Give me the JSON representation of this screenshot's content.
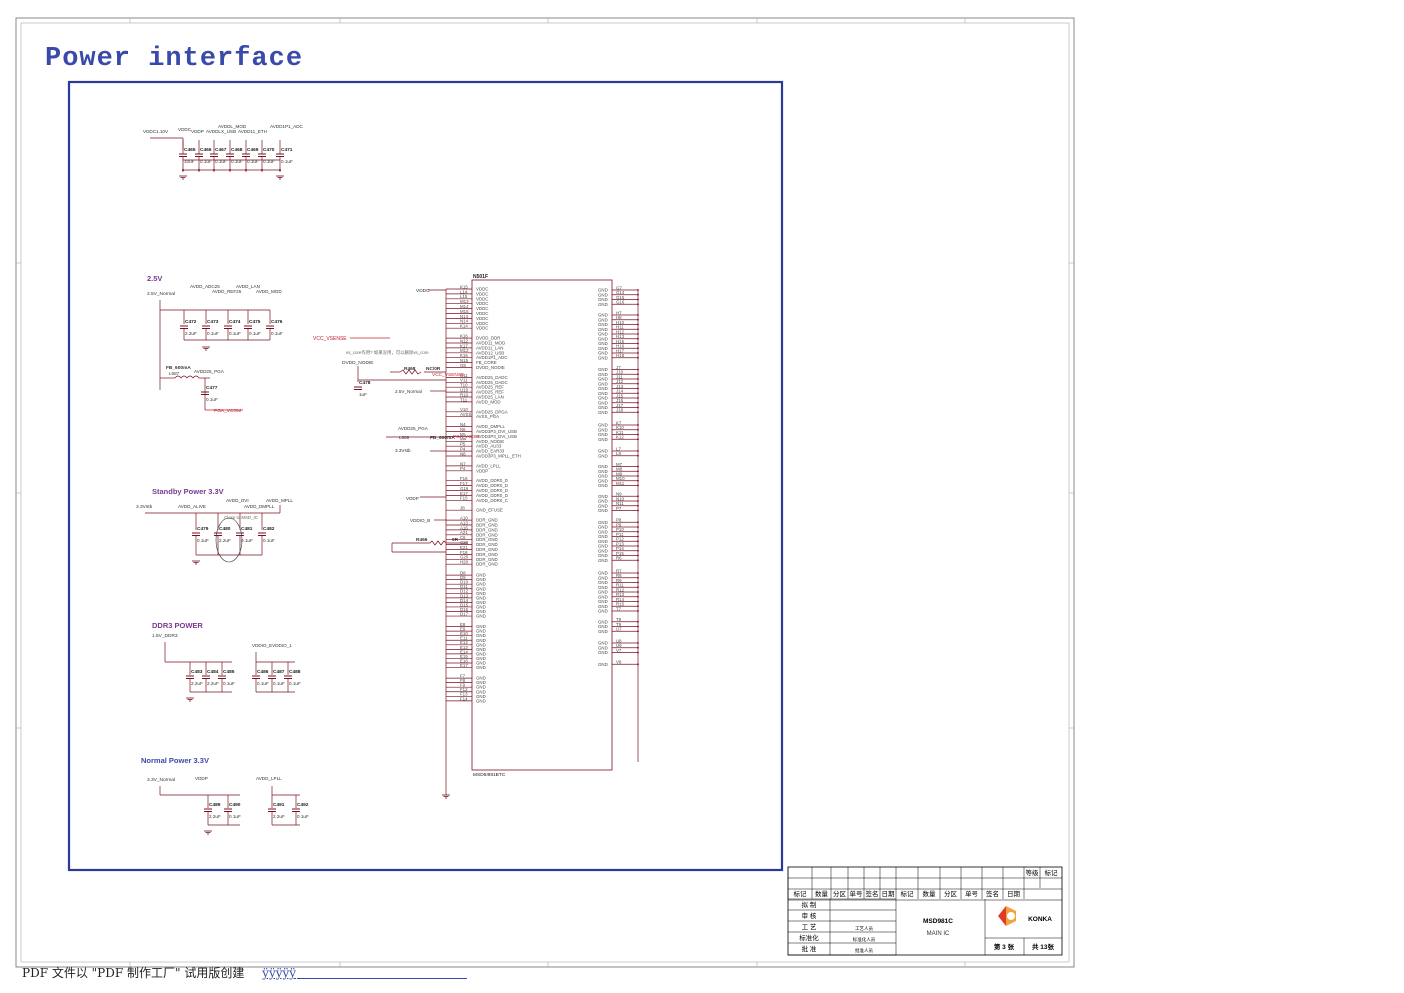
{
  "title": "Power interface",
  "footer": {
    "text": "PDF 文件以 \"PDF 制作工厂\" 试用版创建",
    "link": "ÿÿÿÿÿ"
  },
  "colors": {
    "frame": "#2b3a9a",
    "section": "#7a3b8f",
    "wire": "#7a1020",
    "net": "#c02030",
    "pin": "#4a4a4a"
  },
  "sections": {
    "s25": "2.5V",
    "standby": "Standby Power 3.3V",
    "ddr3": "DDR3 POWER",
    "normal": "Normal Power 3.3V"
  },
  "top_caps": {
    "nets": [
      "VDDC1.10V",
      "VDDC",
      "VDDP",
      "AVDDL_MOD",
      "AVDDLX_USB",
      "AVDD11_ETH",
      "AVDD1P1_ADC"
    ],
    "refs": [
      "C465",
      "C466",
      "C467",
      "C468",
      "C469",
      "C470",
      "C471"
    ],
    "values": [
      "10uF",
      "0.1uF",
      "0.1uF",
      "0.1uF",
      "0.1uF",
      "0.1uF",
      "0.1uF"
    ]
  },
  "s25_block": {
    "supply": "2.5V_Normal",
    "nets": [
      "AVDD_ADC25",
      "AVDD_REF25",
      "AVDD_LAN",
      "AVDD_MOD"
    ],
    "refs": [
      "C472",
      "C473",
      "C474",
      "C475",
      "C476"
    ],
    "values": [
      "2.2uF",
      "0.1uF",
      "0.1uF",
      "0.1uF",
      "0.1uF"
    ],
    "bead": "FB_600mA",
    "bead_ref": "L587",
    "pga_net": "AVDD25_PGA",
    "pga_cap": "C477",
    "pga_val": "0.1uF",
    "pga_out": "PGA_VCOM"
  },
  "standby_block": {
    "supply": "3.3Vstb",
    "nets": [
      "AVDD_ALIVE",
      "AVDD_DVI",
      "AVDD_MPLL",
      "AVDD_DMPLL"
    ],
    "note": "Close to MSD_IC",
    "refs": [
      "C479",
      "C480",
      "C481",
      "C482"
    ],
    "values": [
      "0.1uF",
      "2.2uF",
      "0.1uF",
      "0.1uF"
    ]
  },
  "ddr3_block": {
    "supply": "1.5V_DDR3",
    "net2": "VDDIO_EVDDIO_1",
    "refs": [
      "C483",
      "C484",
      "C485",
      "C486",
      "C487",
      "C488"
    ],
    "values": [
      "2.2uF",
      "2.2uF",
      "0.1uF",
      "0.1uF",
      "0.1uF",
      "0.1uF"
    ]
  },
  "normal_block": {
    "supply": "3.3V_Normal",
    "nets": [
      "VDDP",
      "AVDD_LPLL"
    ],
    "refs": [
      "C489",
      "C490",
      "C491",
      "C492"
    ],
    "values": [
      "2.2uF",
      "0.1uF",
      "2.2uF",
      "0.1uF"
    ]
  },
  "ic": {
    "ref": "N501F",
    "part": "MSD6I981BTC",
    "left_pins": [
      [
        "K15",
        "VDDC"
      ],
      [
        "L14",
        "VDDC"
      ],
      [
        "L15",
        "VDDC"
      ],
      [
        "M13",
        "VDDC"
      ],
      [
        "M14",
        "VDDC"
      ],
      [
        "M15",
        "VDDC"
      ],
      [
        "N13",
        "VDDC"
      ],
      [
        "N14",
        "VDDC"
      ],
      [
        "K14",
        "VDDC"
      ],
      [
        "K16",
        "DVDD_DDR"
      ],
      [
        "N12",
        "AVDD11_MOD"
      ],
      [
        "K17",
        "AVDD11_LAN"
      ],
      [
        "M12",
        "AVDD12_USB"
      ],
      [
        "K16",
        "AVDD1P1_ADC"
      ],
      [
        "N15",
        "FB_CORE"
      ],
      [
        "G8",
        "DVDD_NODIE"
      ],
      [
        "U11",
        "AVDD25_DADC"
      ],
      [
        "V11",
        "AVDD25_DADC"
      ],
      [
        "T10",
        "AVDD25_REF"
      ],
      [
        "U10",
        "AVDD25_REF"
      ],
      [
        "R10",
        "AVDD25_LAN"
      ],
      [
        "T11",
        "AVDD_MOD"
      ],
      [
        "V10",
        "AVDD25_DPGA"
      ],
      [
        "AVSS",
        "AVSS_PGA"
      ],
      [
        "N4",
        "AVDD_DMPLL"
      ],
      [
        "N6",
        "AVDD3P3_DVI_USB"
      ],
      [
        "N5",
        "AVDD3P3_DVI_USB"
      ],
      [
        "M4",
        "AVDD_NODIE"
      ],
      [
        "P5",
        "AVDD_AU33"
      ],
      [
        "P4",
        "AVDD_EAR33"
      ],
      [
        "N8",
        "AVDD3P3_MPLL_ETH"
      ],
      [
        "N7",
        "AVDD_LPLL"
      ],
      [
        "P4",
        "VDDP"
      ],
      [
        "F16",
        "AVDD_DDR0_D"
      ],
      [
        "F17",
        "AVDD_DDR0_D"
      ],
      [
        "G16",
        "AVDD_DDR0_D"
      ],
      [
        "E17",
        "AVDD_DDR0_D"
      ],
      [
        "F15",
        "AVDD_DDR0_C"
      ],
      [
        "J8",
        "GND_EFUSE"
      ],
      [
        "A10",
        "DDR_GND"
      ],
      [
        "A13",
        "DDR_GND"
      ],
      [
        "A16",
        "DDR_GND"
      ],
      [
        "A21",
        "DDR_GND"
      ],
      [
        "C6",
        "DDR_GND"
      ],
      [
        "C20",
        "DDR_GND"
      ],
      [
        "E21",
        "DDR_GND"
      ],
      [
        "F18",
        "DDR_GND"
      ],
      [
        "G20",
        "DDR_GND"
      ],
      [
        "H20",
        "DDR_GND"
      ]
    ],
    "left_gnd_pins": [
      "D8",
      "D9",
      "D10",
      "D11",
      "D12",
      "D13",
      "D14",
      "D15",
      "D16",
      "D17",
      "E8",
      "E9",
      "E10",
      "E11",
      "E12",
      "E13",
      "E14",
      "E15",
      "E16",
      "E17",
      "F7",
      "F8",
      "F9",
      "F12",
      "F13",
      "F14"
    ],
    "right_pins": [
      "G7",
      "G14",
      "G15",
      "G16",
      "H7",
      "H8",
      "H10",
      "H11",
      "H12",
      "H13",
      "H15",
      "H16",
      "H17",
      "H18",
      "J7",
      "J10",
      "J11",
      "J12",
      "J13",
      "J14",
      "J15",
      "J16",
      "J17",
      "J18",
      "K7",
      "K10",
      "K11",
      "K12",
      "L7",
      "L8",
      "M7",
      "M8",
      "M9",
      "M10",
      "M11",
      "N9",
      "N10",
      "N11",
      "P7",
      "P8",
      "P9",
      "P10",
      "P11",
      "P12",
      "P13",
      "P14",
      "P15",
      "R6",
      "R7",
      "R8",
      "R9",
      "R11",
      "R12",
      "R13",
      "R14",
      "R15",
      "T7",
      "T8",
      "T9",
      "U7",
      "U8",
      "U9",
      "V7",
      "V8"
    ],
    "right_name": "GND",
    "nets": {
      "vddc": "VDDC",
      "vsense": "VCC_VSENSE",
      "core_note": "vs_core作用? 如果没用，可以删除vs_core",
      "r_fb": "R468",
      "r_fb_val": "NC/0R",
      "fb_net": "VCC_VSENSE",
      "dvdd": "DVDD_NODIE",
      "c478": "C478",
      "c478v": "1uF",
      "s25": "2.5V_Normal",
      "dpga": "AVDD25_PGA",
      "l588": "L588",
      "fb2": "FB_600mA",
      "pga": "PGA_VCOM",
      "stb": "3.3Vstb",
      "vddp": "VDDP",
      "vddio": "VDDIO_B",
      "r466": "R466",
      "r466v": "0R"
    }
  },
  "title_block": {
    "header_row": [
      "标记",
      "数量",
      "分区",
      "单号",
      "签名",
      "日期",
      "标记",
      "数量",
      "分区",
      "单号",
      "签名",
      "日期"
    ],
    "grade": [
      "等级",
      "标记"
    ],
    "roles": [
      "拟 制",
      "审 核",
      "工 艺",
      "标准化",
      "批 准"
    ],
    "signers": [
      "工艺人员",
      "标准化人员",
      "批准人员"
    ],
    "drawing": "MSD981C",
    "subtitle": "MAIN IC",
    "brand": "KONKA",
    "sheet": "第 3 张",
    "total": "共 13张"
  }
}
